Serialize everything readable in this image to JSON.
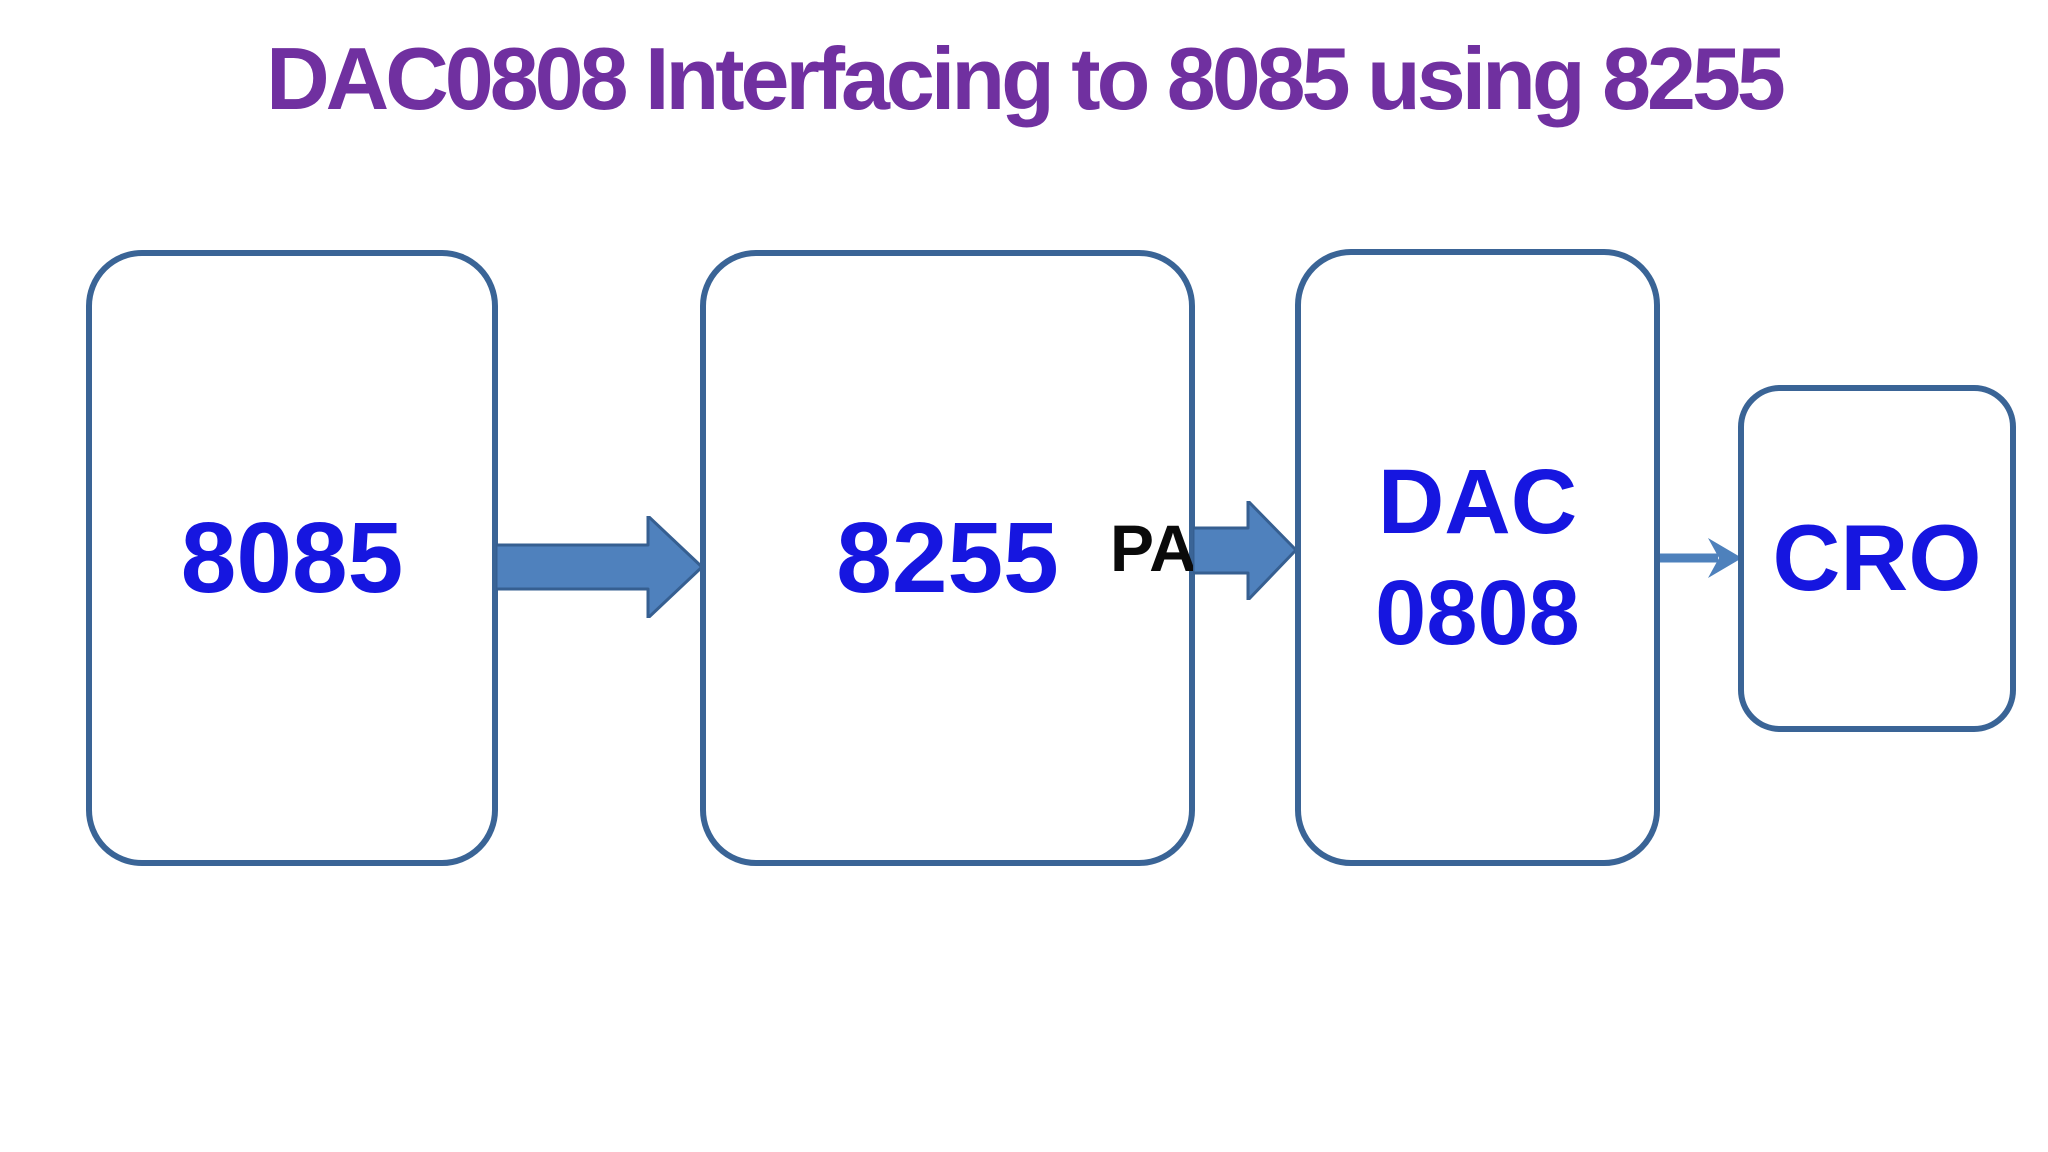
{
  "title": "DAC0808 Interfacing to 8085 using 8255",
  "blocks": {
    "cpu": {
      "label": "8085"
    },
    "ppi": {
      "label": "8255"
    },
    "dac": {
      "label": "DAC\n0808"
    },
    "cro": {
      "label": "CRO"
    }
  },
  "labels": {
    "port": "PA"
  },
  "connectors": [
    {
      "from": "8085",
      "to": "8255",
      "style": "block-arrow"
    },
    {
      "from": "8255",
      "to": "DAC 0808",
      "style": "block-arrow",
      "label": "PA"
    },
    {
      "from": "DAC 0808",
      "to": "CRO",
      "style": "thin-arrow"
    }
  ],
  "colors": {
    "title": "#7030A0",
    "blockLabel": "#1616E0",
    "boxBorder": "#3A6496",
    "arrowFill": "#4F81BD",
    "arrowStroke": "#365F91",
    "thinArrow": "#4E81BC",
    "portLabel": "#0A0A0A",
    "background": "#FFFFFF"
  }
}
